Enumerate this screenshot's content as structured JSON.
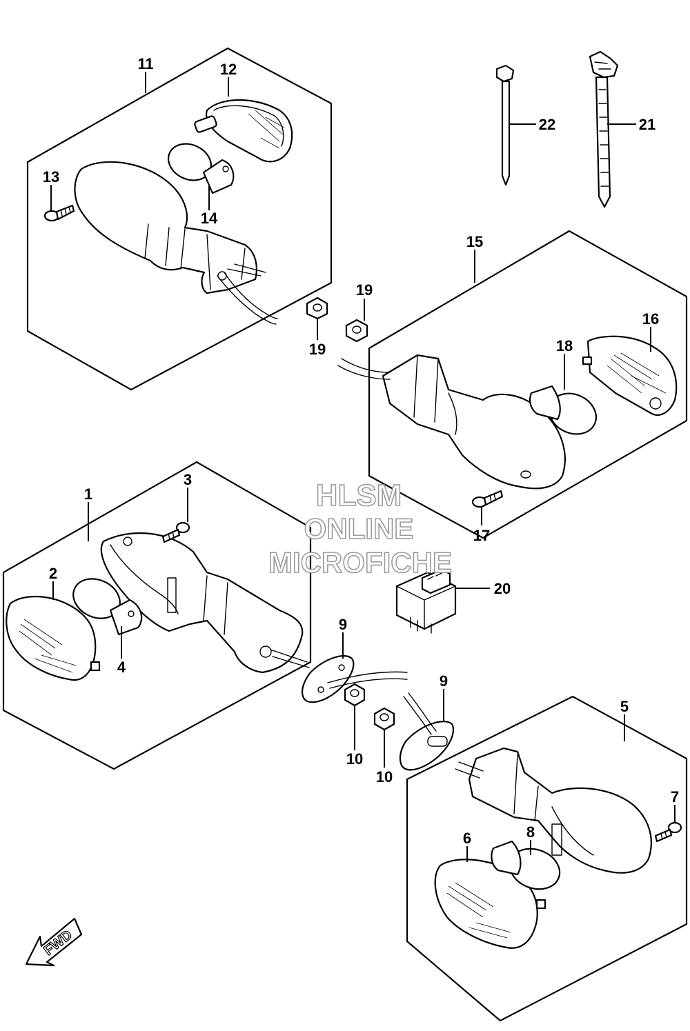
{
  "diagram": {
    "callouts": {
      "c1": "1",
      "c2": "2",
      "c3": "3",
      "c4": "4",
      "c5": "5",
      "c6": "6",
      "c7": "7",
      "c8": "8",
      "c9a": "9",
      "c9b": "9",
      "c10a": "10",
      "c10b": "10",
      "c11": "11",
      "c12": "12",
      "c13": "13",
      "c14": "14",
      "c15": "15",
      "c16": "16",
      "c17": "17",
      "c18": "18",
      "c19a": "19",
      "c19b": "19",
      "c20": "20",
      "c21": "21",
      "c22": "22"
    },
    "watermark": {
      "line1": "HLSM",
      "line2": "ONLINE",
      "line3": "MICROFICHE"
    },
    "direction_label": "FWD",
    "colors": {
      "line": "#000000",
      "watermark_stroke": "#9a9a9a",
      "background": "#ffffff"
    }
  }
}
